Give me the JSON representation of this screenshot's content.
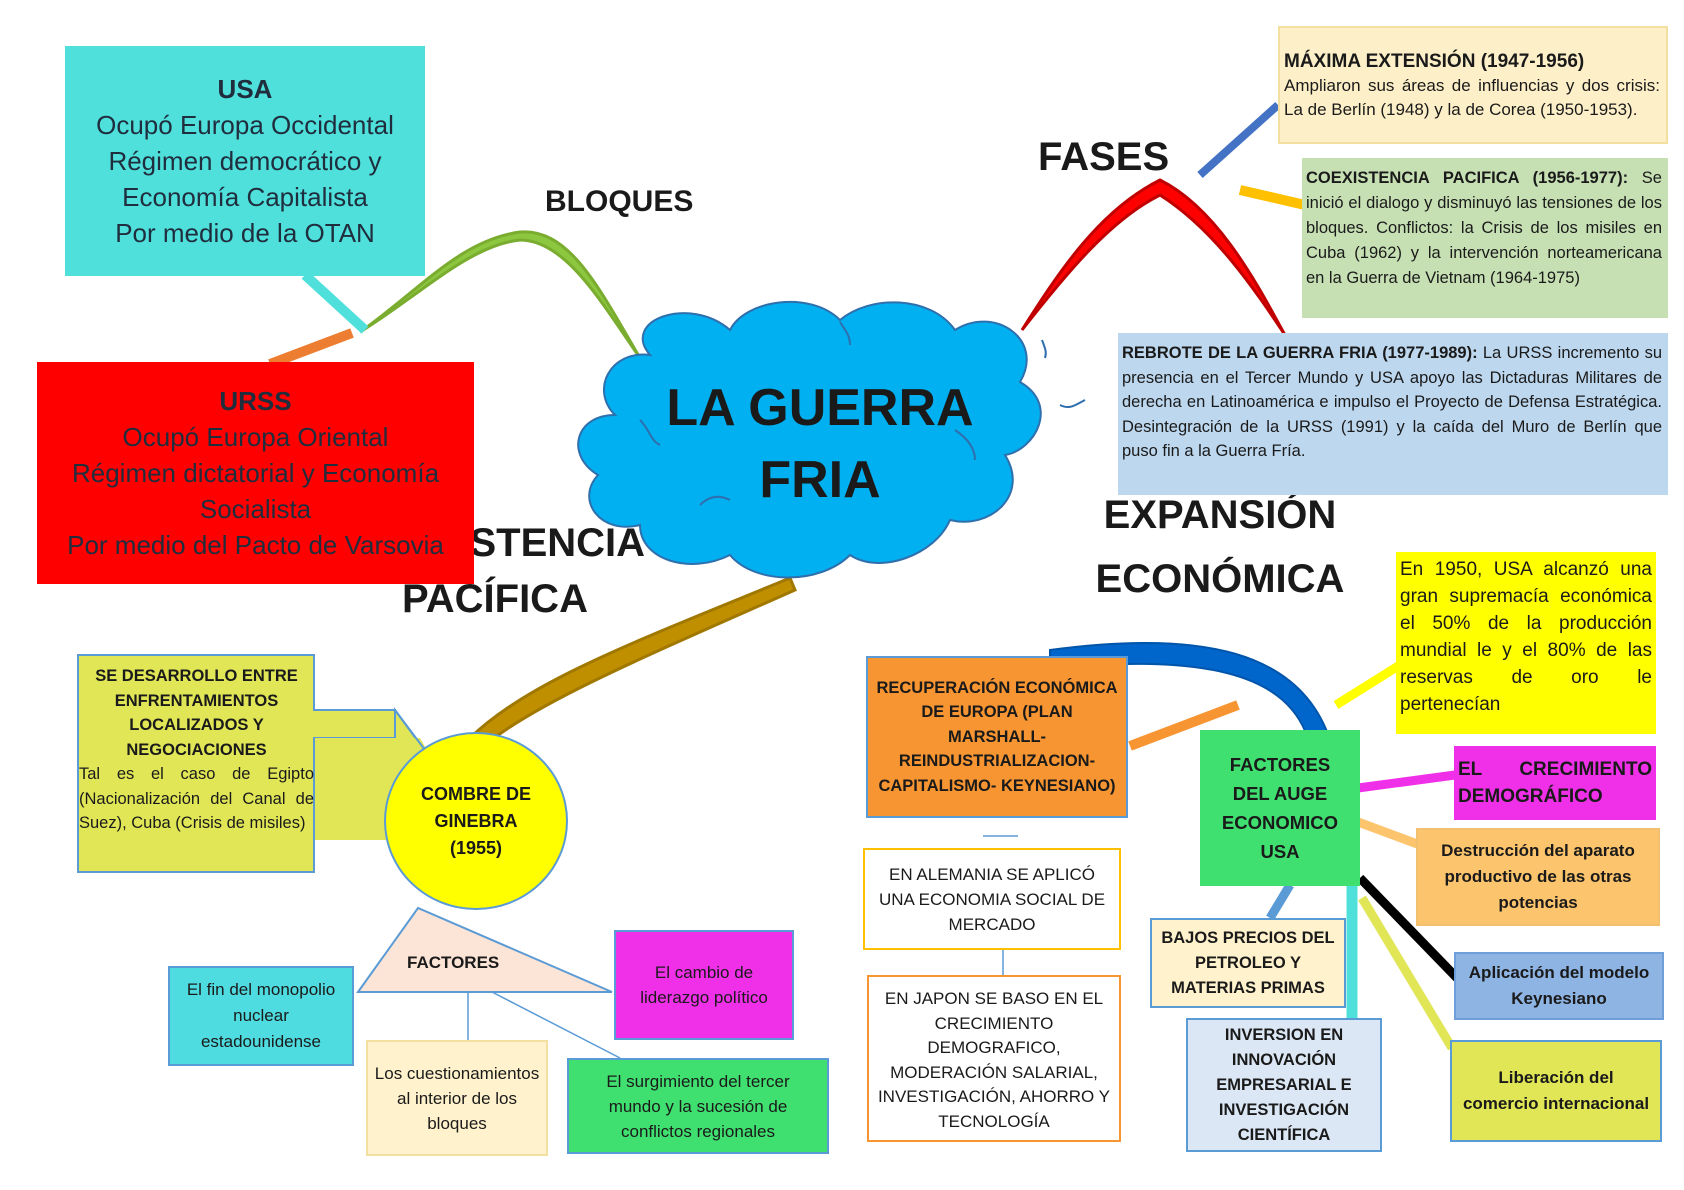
{
  "central": {
    "line1": "LA GUERRA",
    "line2": "FRIA"
  },
  "headings": {
    "bloques": "BLOQUES",
    "fases": "FASES",
    "coexistencia_line1": "COEXISTENCIA",
    "coexistencia_line2": "PACÍFICA",
    "expansion_line1": "EXPANSIÓN",
    "expansion_line2": "ECONÓMICA"
  },
  "bloques": {
    "usa": {
      "title": "USA",
      "lines": [
        "Ocupó Europa Occidental",
        "Régimen democrático y",
        "Economía Capitalista",
        "Por medio de la OTAN"
      ]
    },
    "urss": {
      "title": "URSS",
      "lines": [
        "Ocupó Europa Oriental",
        "Régimen dictatorial y Economía",
        "Socialista",
        "Por medio del Pacto de Varsovia"
      ]
    }
  },
  "fases": {
    "maxima": {
      "title": "MÁXIMA EXTENSIÓN (1947-1956)",
      "text": "Ampliaron sus áreas de influencias y dos crisis: La de Berlín (1948) y la de Corea (1950-1953)."
    },
    "coexistencia": {
      "title": "COEXISTENCIA PACIFICA (1956-1977):",
      "text": " Se inició el dialogo y disminuyó las tensiones de los bloques. Conflictos: la Crisis de los misiles en Cuba (1962) y la intervención norteamericana en la Guerra de Vietnam (1964-1975)"
    },
    "rebrote": {
      "title": "REBROTE DE LA GUERRA FRIA (1977-1989):",
      "text": " La URSS incremento su presencia en el Tercer Mundo y USA apoyo las Dictaduras Militares de derecha en Latinoamérica e impulso el Proyecto de Defensa Estratégica. Desintegración de la URSS (1991) y la caída del Muro de Berlín que puso fin a la Guerra Fría."
    }
  },
  "coexistencia": {
    "arrow": {
      "title": "SE DESARROLLO ENTRE ENFRENTAMIENTOS LOCALIZADOS Y NEGOCIACIONES",
      "text": "Tal es el caso de Egipto (Nacionalización del Canal de Suez), Cuba (Crisis de misiles)"
    },
    "cumbre": [
      "COMBRE DE",
      "GINEBRA",
      "(1955)"
    ],
    "factores": "FACTORES",
    "factor_monopolio": "El fin del monopolio nuclear estadounidense",
    "factor_cuestionamientos": "Los cuestionamientos al interior de los bloques",
    "factor_tercer_mundo": "El surgimiento del tercer mundo y la sucesión de conflictos regionales",
    "factor_liderazgo": "El cambio de liderazgo político"
  },
  "expansion": {
    "recuperacion": "RECUPERACIÓN ECONÓMICA DE EUROPA (PLAN MARSHALL- REINDUSTRIALIZACION- CAPITALISMO- KEYNESIANO)",
    "alemania": "EN ALEMANIA SE APLICÓ UNA ECONOMIA SOCIAL DE MERCADO",
    "japon": "EN JAPON SE BASO EN EL CRECIMIENTO DEMOGRAFICO, MODERACIÓN SALARIAL, INVESTIGACIÓN, AHORRO Y TECNOLOGÍA",
    "factores_auge": "FACTORES DEL AUGE ECONOMICO USA",
    "usa_1950": "En 1950, USA alcanzó una gran supremacía económica el 50% de la producción mundial le y el 80% de las reservas de oro le pertenecían",
    "crecimiento": "EL CRECIMIENTO DEMOGRÁFICO",
    "destruccion": "Destrucción del aparato productivo de las otras potencias",
    "keynesiano": "Aplicación del modelo Keynesiano",
    "liberacion": "Liberación del comercio internacional",
    "petroleo": "BAJOS PRECIOS DEL PETROLEO Y MATERIAS PRIMAS",
    "inversion": "INVERSION EN INNOVACIÓN EMPRESARIAL E INVESTIGACIÓN CIENTÍFICA"
  },
  "colors": {
    "usa_box": "#4fe0dc",
    "urss_box": "#ff0000",
    "cloud": "#00b0f0",
    "maxima_box": "#fdf0c8",
    "coexistencia_box": "#c6e0b4",
    "rebrote_box": "#bdd7ee",
    "arrow_box": "#e0e656",
    "cumbre_circle": "#ffff00",
    "factores_triangle": "#fce4d6",
    "monopolio_box": "#4fdce0",
    "cuestionamientos_box": "#fff2cc",
    "tercer_mundo_box": "#40e070",
    "liderazgo_box": "#f030e8",
    "recuperacion_box": "#f79532",
    "factores_auge_box": "#40e070",
    "usa_1950_box": "#ffff00",
    "crecimiento_box": "#f030e8",
    "destruccion_box": "#fcc46c",
    "keynesiano_box": "#8eb4e3",
    "liberacion_box": "#e0e656",
    "petroleo_box": "#fff2cc",
    "inversion_box": "#dbe7f5"
  }
}
